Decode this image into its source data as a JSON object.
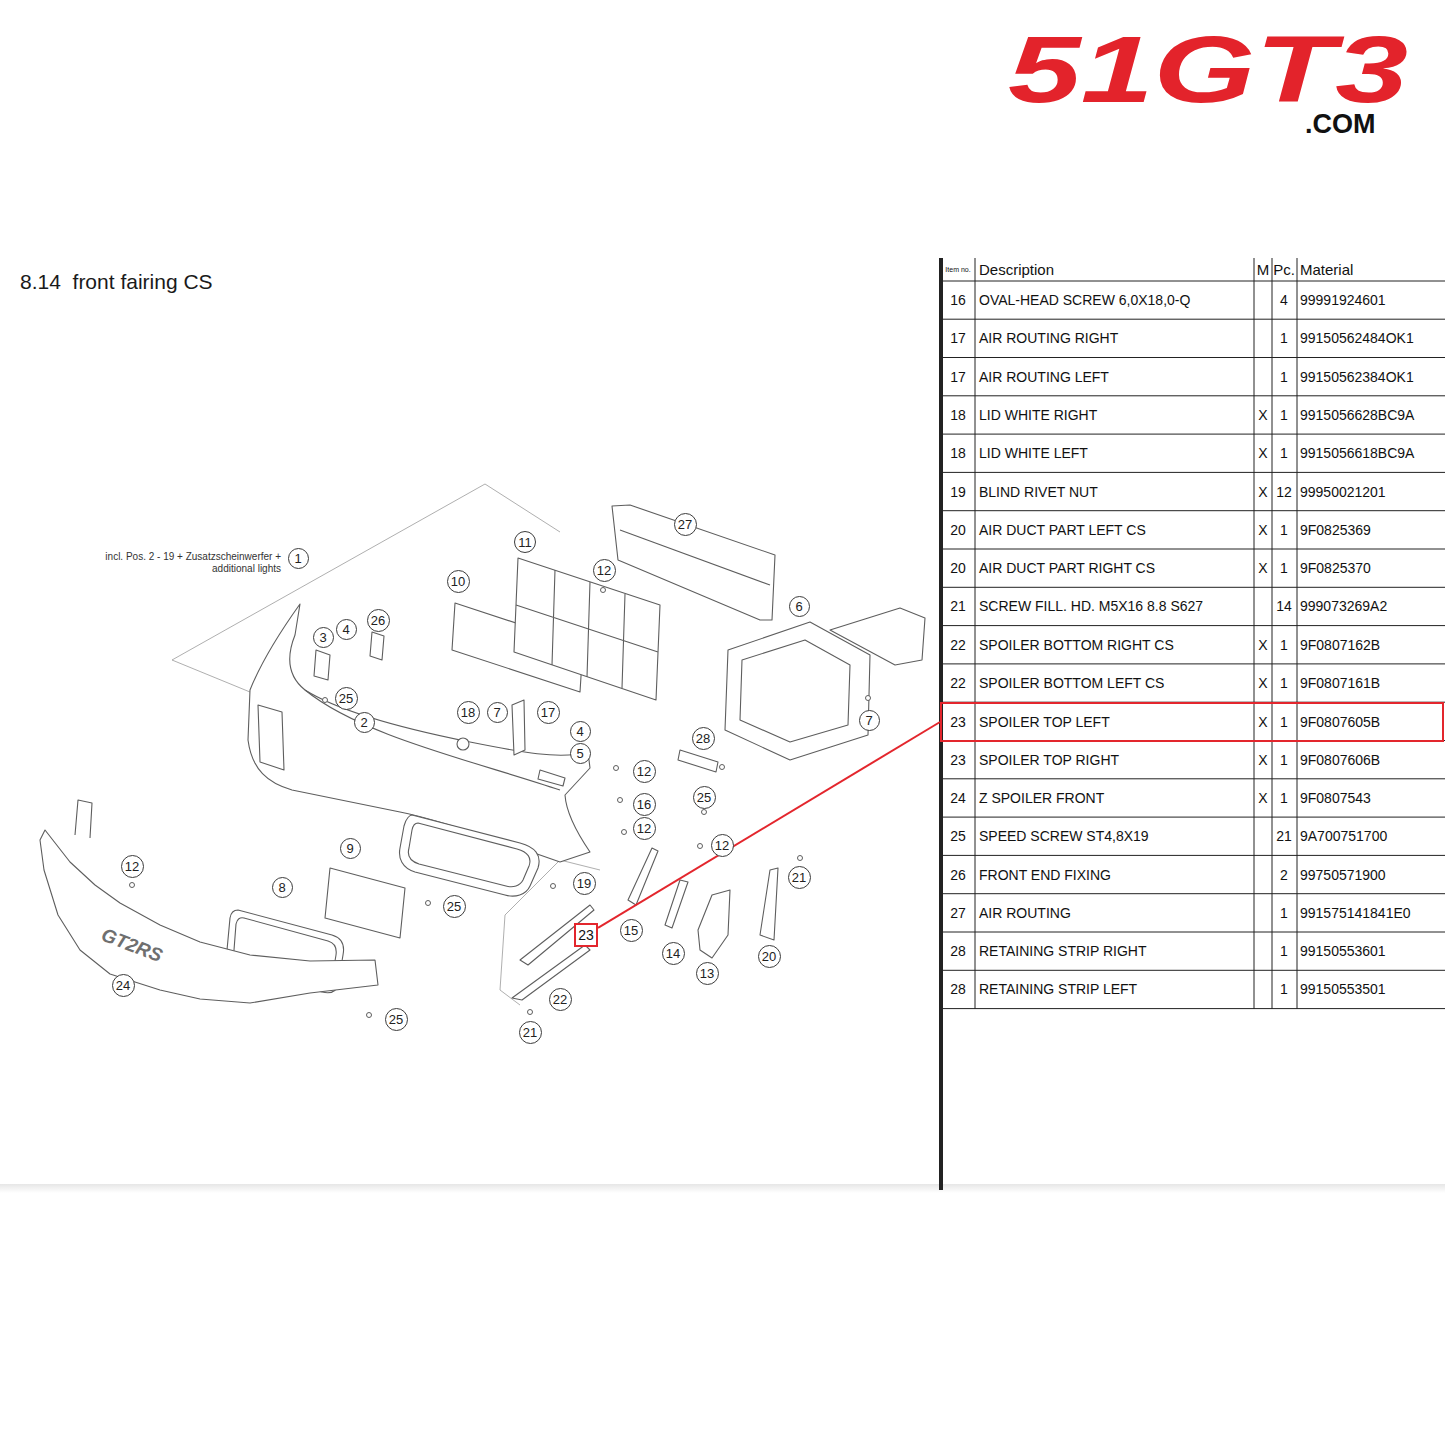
{
  "diagram": {
    "title": "8.14  front fairing CS",
    "nodes": [
      {
        "text": [
          "27"
        ]
      },
      {
        "text": [
          "11"
        ]
      },
      {
        "text": [
          "1"
        ]
      },
      {
        "text": [
          "12"
        ]
      },
      {
        "text": [
          "10"
        ]
      },
      {
        "text": [
          "6"
        ]
      },
      {
        "text": [
          "26"
        ]
      },
      {
        "text": [
          "4"
        ]
      },
      {
        "text": [
          "3"
        ]
      },
      {
        "text": [
          "25"
        ]
      },
      {
        "text": [
          "18"
        ]
      },
      {
        "text": [
          "7"
        ]
      },
      {
        "text": [
          "17"
        ]
      },
      {
        "text": [
          "7"
        ]
      },
      {
        "text": [
          "2"
        ]
      },
      {
        "text": [
          "4"
        ]
      },
      {
        "text": [
          "28"
        ]
      },
      {
        "text": [
          "5"
        ]
      },
      {
        "text": [
          "12"
        ]
      },
      {
        "text": [
          "25"
        ]
      },
      {
        "text": [
          "16"
        ]
      },
      {
        "text": [
          "12"
        ]
      },
      {
        "text": [
          "12"
        ]
      },
      {
        "text": [
          "9"
        ]
      },
      {
        "text": [
          "12"
        ]
      },
      {
        "text": [
          "21"
        ]
      },
      {
        "text": [
          "19"
        ]
      },
      {
        "text": [
          "8"
        ]
      },
      {
        "text": [
          "25"
        ]
      },
      {
        "text": [
          "15"
        ]
      },
      {
        "text": [
          "23"
        ]
      },
      {
        "text": [
          "14"
        ]
      },
      {
        "text": [
          "20"
        ]
      },
      {
        "text": [
          "13"
        ]
      },
      {
        "text": [
          "24"
        ]
      },
      {
        "text": [
          "22"
        ]
      },
      {
        "text": [
          "25"
        ]
      },
      {
        "text": [
          "21"
        ]
      },
      {
        "text": [
          "23",
          "SPOILER TOP LEFT",
          "X",
          "1",
          "9F0807605B"
        ]
      }
    ],
    "edges": [
      {
        "from": 30,
        "to": 38,
        "arrow": "none"
      }
    ],
    "labels": [
      "51GT3",
      ".COM",
      "incl. Pos. 2 - 19 + Zusatzscheinwerfer + additional lights",
      "GT2RS",
      "Item no.",
      "Description",
      "M",
      "Pc.",
      "Material",
      "16",
      "OVAL-HEAD SCREW 6,0X18,0-Q",
      "4",
      "99991924601",
      "17",
      "AIR ROUTING RIGHT",
      "1",
      "99150562484OK1",
      "17",
      "AIR ROUTING LEFT",
      "1",
      "99150562384OK1",
      "18",
      "LID WHITE RIGHT",
      "X",
      "1",
      "9915056628BC9A",
      "18",
      "LID WHITE LEFT",
      "X",
      "1",
      "9915056618BC9A",
      "19",
      "BLIND RIVET NUT",
      "X",
      "12",
      "99950021201",
      "20",
      "AIR DUCT PART LEFT CS",
      "X",
      "1",
      "9F0825369",
      "20",
      "AIR DUCT PART RIGHT CS",
      "X",
      "1",
      "9F0825370",
      "21",
      "SCREW FILL. HD. M5X16 8.8 S627",
      "14",
      "999073269A2",
      "22",
      "SPOILER BOTTOM RIGHT CS",
      "X",
      "1",
      "9F0807162B",
      "22",
      "SPOILER BOTTOM LEFT CS",
      "X",
      "1",
      "9F0807161B",
      "23",
      "SPOILER TOP RIGHT",
      "X",
      "1",
      "9F0807606B",
      "24",
      "Z SPOILER FRONT",
      "X",
      "1",
      "9F0807543",
      "25",
      "SPEED SCREW ST4,8X19",
      "21",
      "9A700751700",
      "26",
      "FRONT END FIXING",
      "2",
      "99750571900",
      "27",
      "AIR ROUTING",
      "1",
      "991575141841E0",
      "28",
      "RETAINING STRIP RIGHT",
      "1",
      "99150553601",
      "28",
      "RETAINING STRIP LEFT",
      "1",
      "99150553501"
    ]
  }
}
